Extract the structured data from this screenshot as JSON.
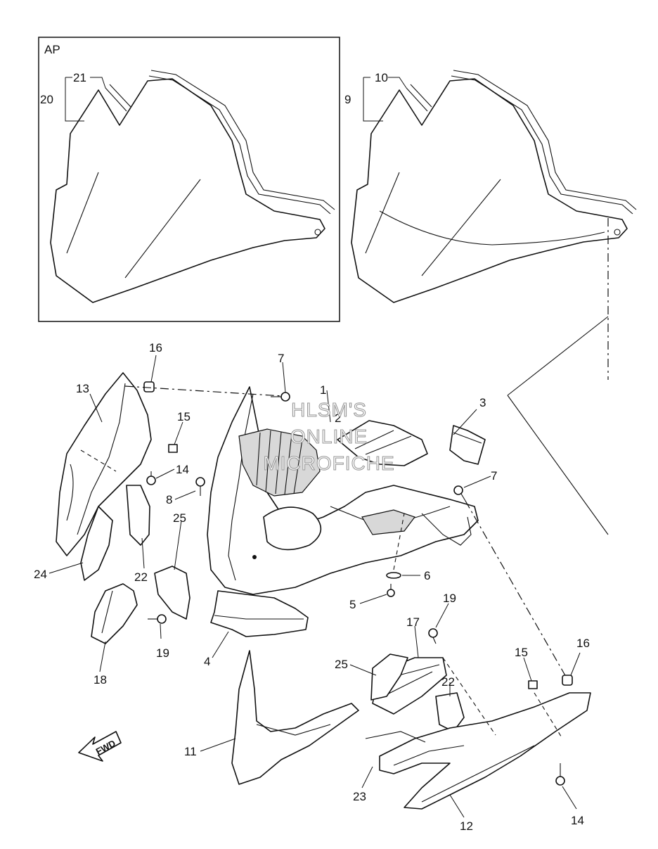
{
  "inset": {
    "label": "AP"
  },
  "callouts": {
    "c1": "1",
    "c2": "2",
    "c3": "3",
    "c4": "4",
    "c5": "5",
    "c6": "6",
    "c7a": "7",
    "c7b": "7",
    "c8": "8",
    "c9": "9",
    "c10": "10",
    "c11": "11",
    "c12": "12",
    "c13": "13",
    "c14a": "14",
    "c14b": "14",
    "c15a": "15",
    "c15b": "15",
    "c16a": "16",
    "c16b": "16",
    "c17": "17",
    "c18": "18",
    "c19a": "19",
    "c19b": "19",
    "c20": "20",
    "c21": "21",
    "c22a": "22",
    "c22b": "22",
    "c23": "23",
    "c24": "24",
    "c25a": "25",
    "c25b": "25"
  },
  "watermark": {
    "line1": "HLSM'S",
    "line2": "ONLINE",
    "line3": "MICROFICHE"
  },
  "fwd": {
    "label": "FWD"
  }
}
